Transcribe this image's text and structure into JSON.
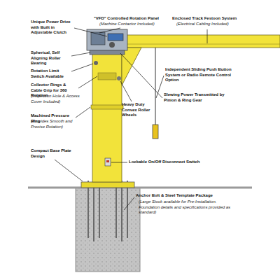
{
  "diagram": {
    "labels": [
      "Unique Power Drive with Built in Adjustable Clutch",
      "Spherical, Self Aligning Roller Bearing",
      "Rotation Limit Switch Available",
      "Collector Rings & Cable Grip for 360 Rotation",
      "(Inspection Hole & Access Cover Included)",
      "Machined Pressure Ring",
      "(Provides Smooth and Precise Rotation)",
      "Compact Base Plate Design",
      "\"VFD\" Controlled Rotation Panel",
      "(Machine Contactor Included)",
      "Enclosed Track Festoon System",
      "(Electrical Cabling Included)",
      "Independent Sliding Push Button System or Radio Remote Control Option",
      "Slewing Power Transmitted by Pinion & Ring Gear",
      "Heavy Duty Convex Roller Wheels",
      "Lockable On/Off Disconnect Switch",
      "Anchor Bolt & Steel Template Package",
      "(Large Stock available for Pre-Installation. Foundation details and specifications provided as standard)"
    ]
  }
}
